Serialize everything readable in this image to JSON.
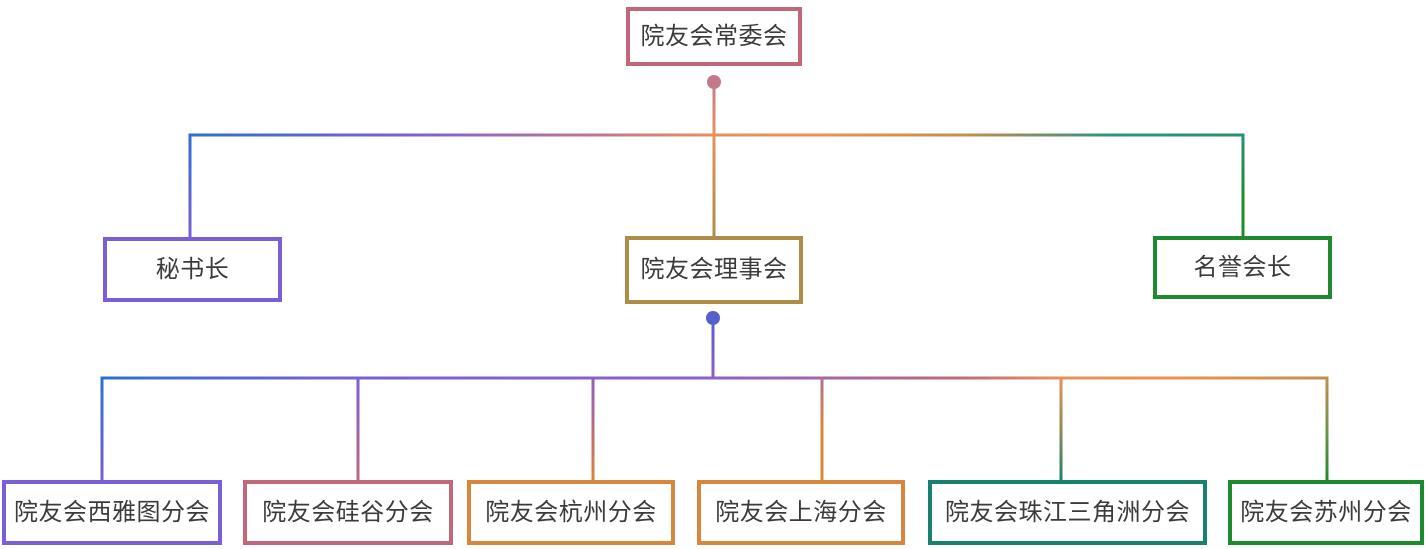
{
  "palette": {
    "blue": "#2e6fd3",
    "purple": "#7a5fd6",
    "violet": "#8a62c8",
    "indigo": "#5560cf",
    "rose": "#c4798b",
    "pink": "#c0687a",
    "mauve": "#b56e92",
    "salmon": "#e8905c",
    "bright_orange": "#ef914c",
    "orange": "#d8863b",
    "tan": "#c18f4e",
    "gold": "#b08d46",
    "olive": "#8f8a55",
    "olive_green": "#6f9348",
    "sea_teal": "#2a9383",
    "sea_green": "#27926f",
    "teal": "#17806e",
    "green": "#1e8a2e",
    "text": "#3b3b3b",
    "background": "#ffffff"
  },
  "nodes": {
    "root": {
      "label": "院友会常委会",
      "border_color": "#c0687a"
    },
    "level1": [
      {
        "label": "秘书长",
        "border_color": "#7a5fd6"
      },
      {
        "label": "院友会理事会",
        "border_color": "#b08d46"
      },
      {
        "label": "名誉会长",
        "border_color": "#1e8a2e"
      }
    ],
    "level2": [
      {
        "label": "院友会西雅图分会",
        "border_color": "#7a5fd6"
      },
      {
        "label": "院友会硅谷分会",
        "border_color": "#c0687a"
      },
      {
        "label": "院友会杭州分会",
        "border_color": "#d8863b"
      },
      {
        "label": "院友会上海分会",
        "border_color": "#d8863b"
      },
      {
        "label": "院友会珠江三角洲分会",
        "border_color": "#17806e"
      },
      {
        "label": "院友会苏州分会",
        "border_color": "#1e8a2e"
      }
    ]
  }
}
